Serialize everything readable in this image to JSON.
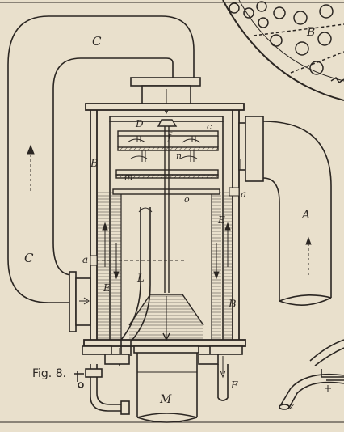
{
  "figure": {
    "caption": "Fig. 8.",
    "labels": {
      "A": "A",
      "B": "B",
      "C": "C",
      "D": "D",
      "E": "E",
      "F": "F",
      "L": "L",
      "M": "M",
      "a": "a",
      "c": "c",
      "f": "f",
      "m": "m",
      "n": "n",
      "o": "o",
      "z": "z"
    }
  },
  "colors": {
    "paper": "#e9e0cc",
    "ink": "#2b2622",
    "water": "#9c9486"
  }
}
